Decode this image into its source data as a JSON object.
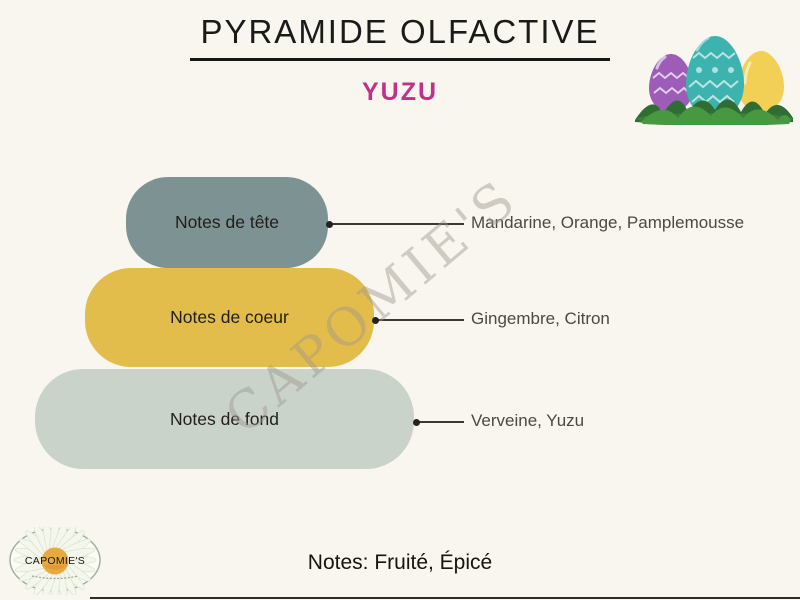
{
  "page": {
    "title": "PYRAMIDE OLFACTIVE",
    "subtitle": "YUZU",
    "watermark": "CAPOMIE'S",
    "footer_note": "Notes: Fruité, Épicé",
    "logo_text": "CAPOMIE'S"
  },
  "pyramid": {
    "tiers": [
      {
        "label": "Notes de tête",
        "notes": "Mandarine, Orange, Pamplemousse",
        "color": "#7d9292"
      },
      {
        "label": "Notes de coeur",
        "notes": "Gingembre, Citron",
        "color": "#e3bd4b"
      },
      {
        "label": "Notes de fond",
        "notes": "Verveine, Yuzu",
        "color": "#c9d3ca"
      }
    ]
  },
  "colors": {
    "background": "#f8f6ef",
    "title_text": "#1a1a19",
    "subtitle_text": "#c03189",
    "note_text": "#4c4845",
    "connector": "#3a3834"
  },
  "illustration": {
    "name": "easter-eggs",
    "egg_colors": {
      "purple": "#9c5cb8",
      "teal": "#3cb3ae",
      "yellow": "#f2cf55",
      "grass": "#3b8038"
    }
  }
}
